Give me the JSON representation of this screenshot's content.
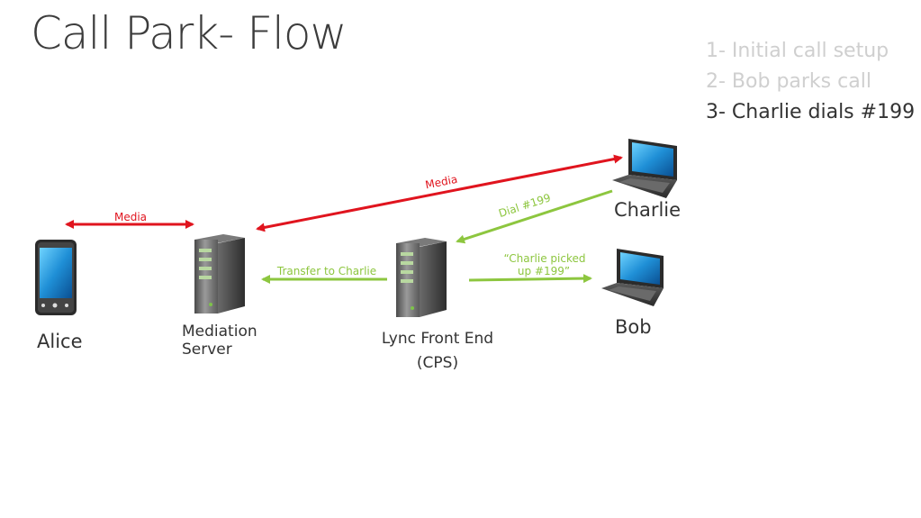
{
  "title": "Call Park- Flow",
  "steps": [
    {
      "label": "1- Initial call setup",
      "state": "done"
    },
    {
      "label": "2- Bob parks call",
      "state": "done"
    },
    {
      "label": "3- Charlie dials #199",
      "state": "active"
    }
  ],
  "nodes": {
    "alice": "Alice",
    "mediation_line1": "Mediation",
    "mediation_line2": "Server",
    "frontend_line1": "Lync Front End",
    "frontend_line2": "(CPS)",
    "charlie": "Charlie",
    "bob": "Bob"
  },
  "arrows": {
    "media_left": "Media",
    "media_top": "Media",
    "dial": "Dial #199",
    "transfer": "Transfer to Charlie",
    "picked_line1": "“Charlie picked",
    "picked_line2": "up #199”"
  },
  "colors": {
    "media": "#e0141e",
    "signal": "#8dc63f"
  },
  "icons": {
    "alice": "smartphone-icon",
    "mediation": "server-icon",
    "frontend": "server-icon",
    "charlie": "laptop-icon",
    "bob": "laptop-icon"
  }
}
